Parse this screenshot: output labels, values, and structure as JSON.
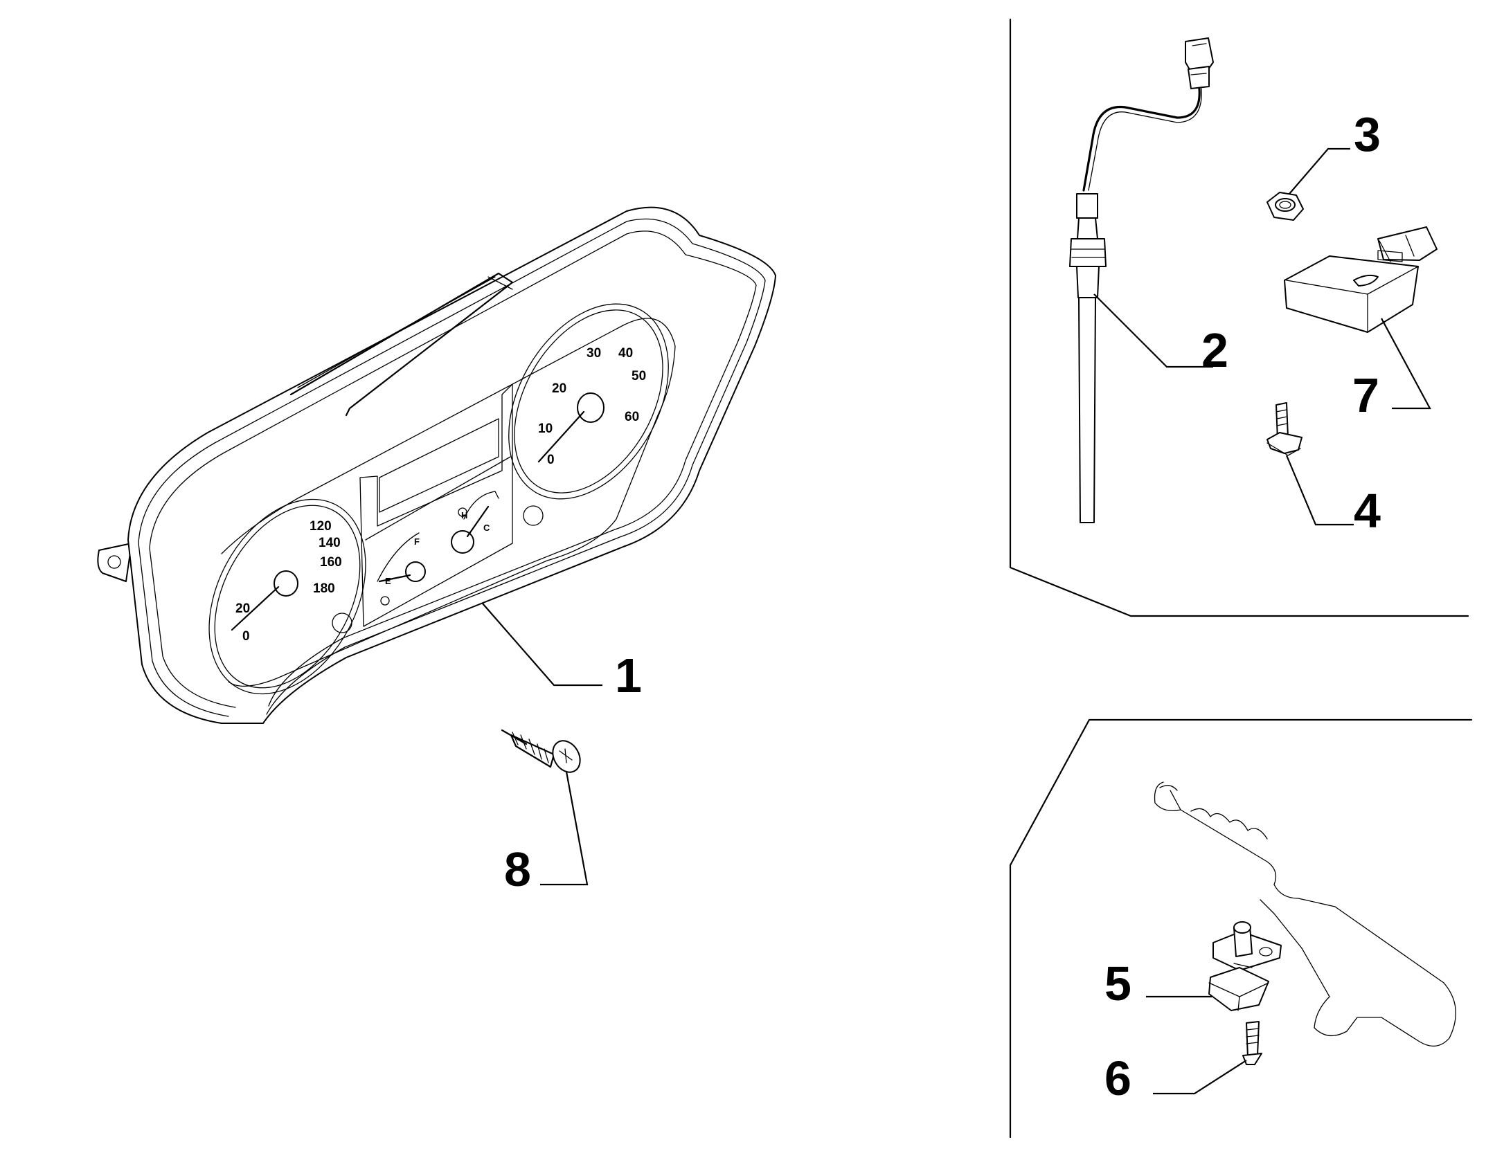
{
  "callouts": {
    "c1": "1",
    "c2": "2",
    "c3": "3",
    "c4": "4",
    "c5": "5",
    "c6": "6",
    "c7": "7",
    "c8": "8"
  },
  "speedometer_ticks": [
    "0",
    "20",
    "120",
    "140",
    "160",
    "180"
  ],
  "tachometer_ticks": [
    "0",
    "10",
    "20",
    "30",
    "40",
    "50",
    "60"
  ],
  "fuel_gauge": {
    "empty": "E",
    "full": "F"
  },
  "temp_gauge": {
    "hot": "H",
    "cold": "C"
  }
}
